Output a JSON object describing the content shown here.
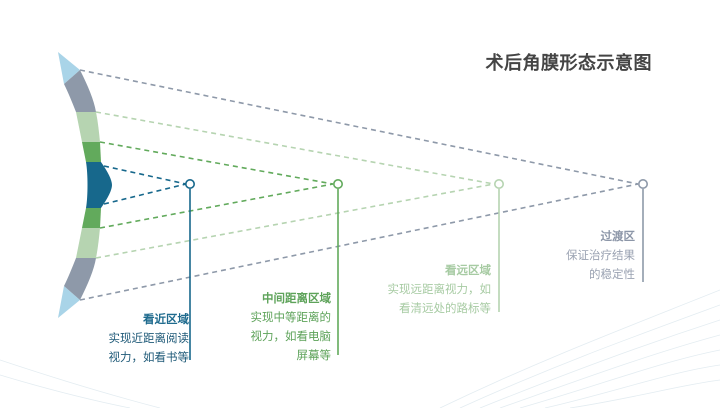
{
  "title": "术后角膜形态示意图",
  "zones": [
    {
      "key": "near",
      "title": "看近区域",
      "lines": [
        "实现近距离阅读",
        "视力，如看书等"
      ],
      "color": "#1f6b8e"
    },
    {
      "key": "mid",
      "title": "中间距离区域",
      "lines": [
        "实现中等距离的",
        "视力，如看电脑",
        "屏幕等"
      ],
      "color": "#5ea35a"
    },
    {
      "key": "far",
      "title": "看远区域",
      "lines": [
        "实现远距离视力，如",
        "看清远处的路标等"
      ],
      "color": "#a7cba3"
    },
    {
      "key": "transition",
      "title": "过渡区",
      "lines": [
        "保证治疗结果",
        "的稳定性"
      ],
      "color": "#8c96a8"
    }
  ]
}
